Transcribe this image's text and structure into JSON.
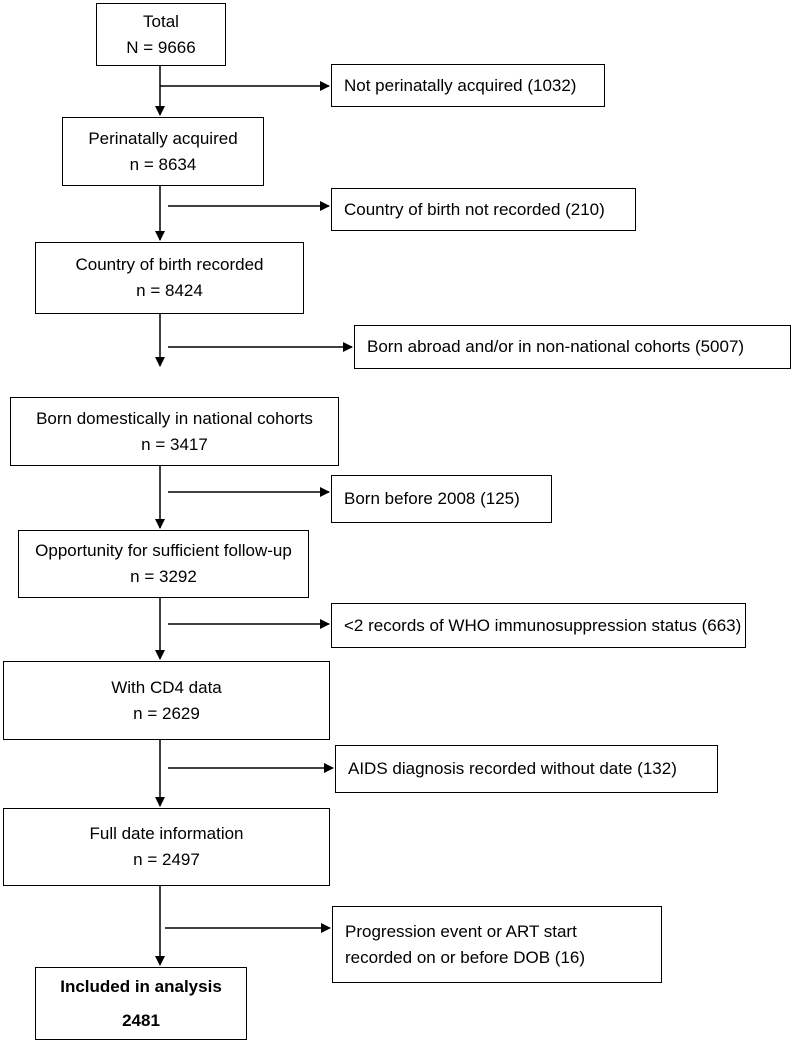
{
  "flowchart": {
    "main_boxes": [
      {
        "title": "Total",
        "count": "N = 9666"
      },
      {
        "title": "Perinatally acquired",
        "count": "n = 8634"
      },
      {
        "title": "Country of birth recorded",
        "count": "n = 8424"
      },
      {
        "title": "Born domestically in national cohorts",
        "count": "n = 3417"
      },
      {
        "title": "Opportunity for sufficient follow-up",
        "count": "n = 3292"
      },
      {
        "title": "With CD4 data",
        "count": "n = 2629"
      },
      {
        "title": "Full date information",
        "count": "n = 2497"
      },
      {
        "title": "Included in analysis",
        "count": "2481"
      }
    ],
    "exclusions": [
      {
        "lines": [
          "Not perinatally acquired (1032)"
        ]
      },
      {
        "lines": [
          "Country of birth not recorded (210)"
        ]
      },
      {
        "lines": [
          "Born abroad and/or in non-national cohorts (5007)"
        ]
      },
      {
        "lines": [
          "Born before 2008 (125)"
        ]
      },
      {
        "lines": [
          "<2 records of WHO immunosuppression status (663)"
        ]
      },
      {
        "lines": [
          "AIDS diagnosis recorded without date (132)"
        ]
      },
      {
        "lines": [
          "Progression event or ART start",
          "recorded on or before DOB (16)"
        ]
      }
    ]
  }
}
